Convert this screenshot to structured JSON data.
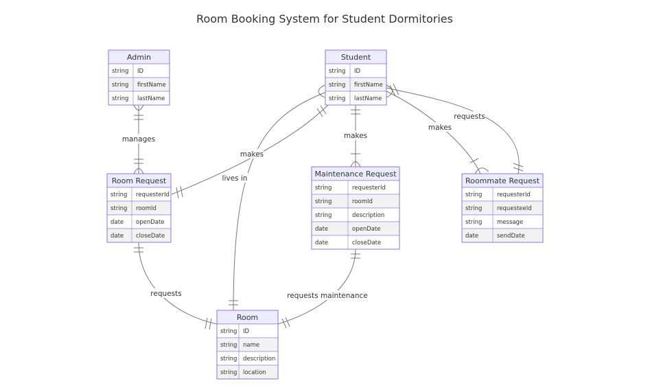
{
  "title": "Room Booking System for Student Dormitories",
  "entities": {
    "admin": {
      "name": "Admin",
      "attributes": [
        [
          "string",
          "ID"
        ],
        [
          "string",
          "firstName"
        ],
        [
          "string",
          "lastName"
        ]
      ]
    },
    "student": {
      "name": "Student",
      "attributes": [
        [
          "string",
          "ID"
        ],
        [
          "string",
          "firstName"
        ],
        [
          "string",
          "lastName"
        ]
      ]
    },
    "room_request": {
      "name": "Room Request",
      "attributes": [
        [
          "string",
          "requesterId"
        ],
        [
          "string",
          "roomId"
        ],
        [
          "date",
          "openDate"
        ],
        [
          "date",
          "closeDate"
        ]
      ]
    },
    "maintenance_request": {
      "name": "Maintenance Request",
      "attributes": [
        [
          "string",
          "requesterId"
        ],
        [
          "string",
          "roomId"
        ],
        [
          "string",
          "description"
        ],
        [
          "date",
          "openDate"
        ],
        [
          "date",
          "closeDate"
        ]
      ]
    },
    "roommate_request": {
      "name": "Roommate Request",
      "attributes": [
        [
          "string",
          "requesterId"
        ],
        [
          "string",
          "requesteeId"
        ],
        [
          "string",
          "message"
        ],
        [
          "date",
          "sendDate"
        ]
      ]
    },
    "room": {
      "name": "Room",
      "attributes": [
        [
          "string",
          "ID"
        ],
        [
          "string",
          "name"
        ],
        [
          "string",
          "description"
        ],
        [
          "string",
          "location"
        ]
      ]
    }
  },
  "relationships": {
    "admin_manages_room_request": "manages",
    "student_makes_room_request": "makes",
    "student_lives_in_room": "lives in",
    "student_makes_maintenance_request": "makes",
    "student_makes_roommate_request": "makes",
    "student_requests_roommate_request": "requests",
    "room_request_requests_room": "requests",
    "maintenance_request_requests_room": "requests maintenance"
  }
}
